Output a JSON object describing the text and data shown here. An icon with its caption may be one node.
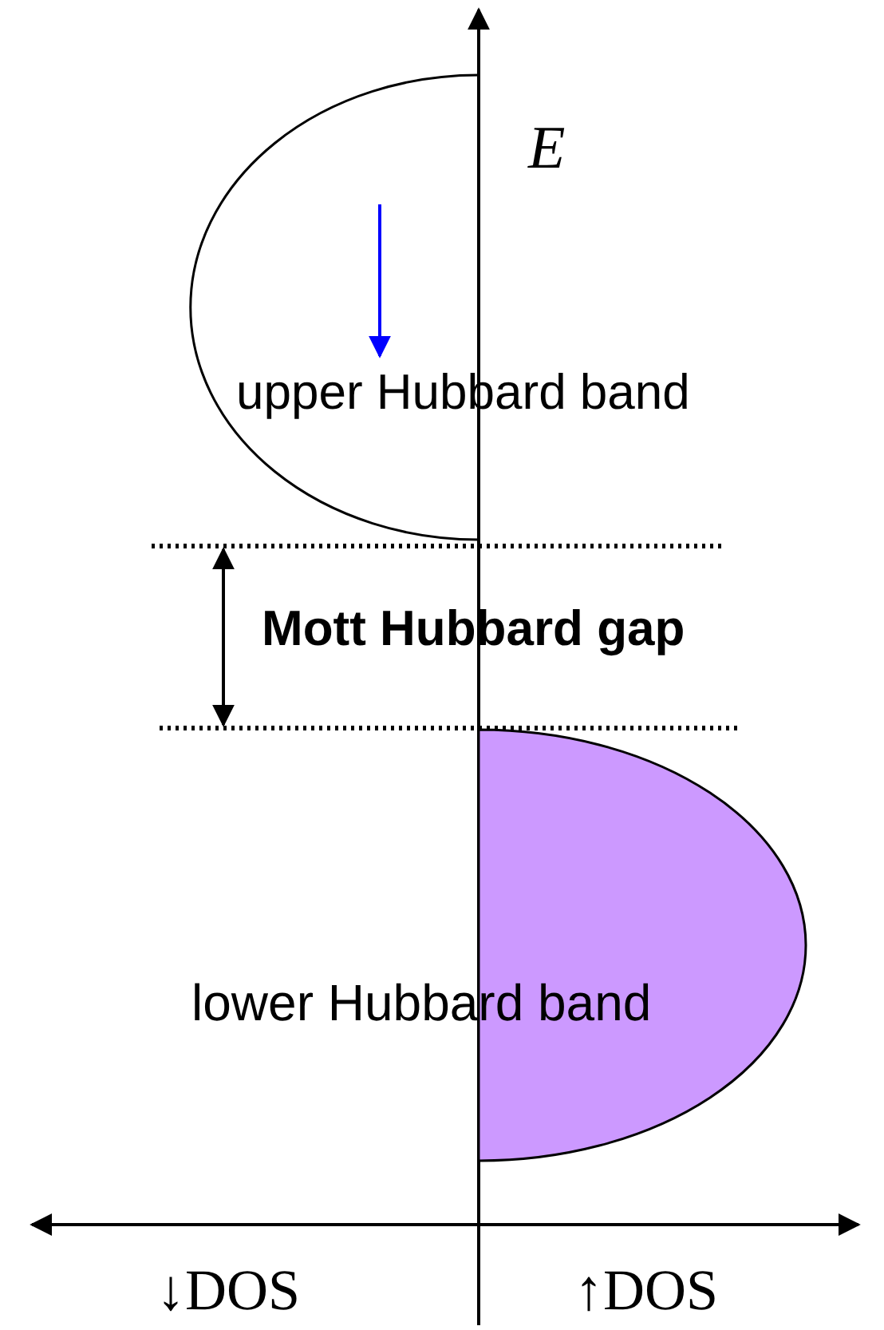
{
  "diagram": {
    "nodes": [
      {
        "text": [
          "upper Hubbard band"
        ]
      },
      {
        "text": [
          "lower Hubbard band"
        ]
      }
    ],
    "labels": [
      "E",
      "Mott Hubbard gap",
      "↓DOS",
      "↑DOS"
    ]
  }
}
